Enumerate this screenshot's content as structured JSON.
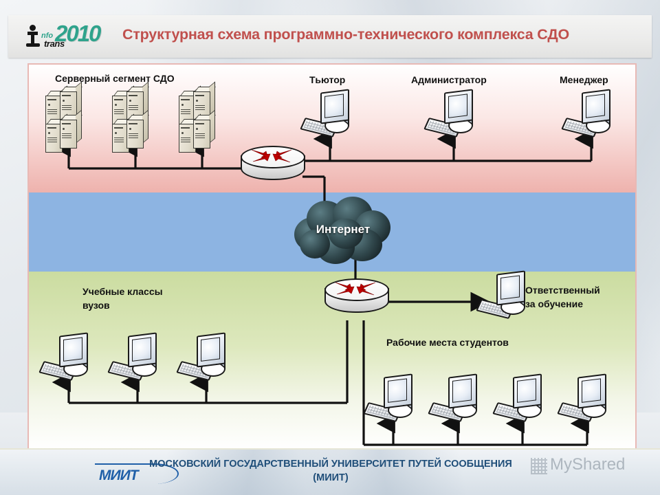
{
  "header": {
    "title": "Структурная схема программно-технического комплекса СДО",
    "logo": {
      "year": "2010",
      "info": "nfo",
      "trans": "trans",
      "figure_icon": "person-icon"
    }
  },
  "diagram": {
    "bands": {
      "top_color": "#eeb2ad",
      "mid_color": "#8db4e2",
      "bottom_color": "#cbdca0"
    },
    "labels": {
      "server_segment": "Серверный сегмент СДО",
      "tutor": "Тьютор",
      "administrator": "Администратор",
      "manager": "Менеджер",
      "internet": "Интернет",
      "classrooms_line1": "Учебные классы",
      "classrooms_line2": "вузов",
      "responsible_line1": "Ответственный",
      "responsible_line2": "за обучение",
      "student_workplaces": "Рабочие места студентов"
    },
    "nodes": {
      "server_stacks": 3,
      "top_workstations": 3,
      "classroom_workstations": 3,
      "student_workstations": 4,
      "responsible_workstations": 1,
      "routers": 2,
      "cloud": 1
    },
    "icons": {
      "server": "server-rack-icon",
      "workstation": "desktop-computer-icon",
      "router": "network-router-icon",
      "cloud": "internet-cloud-icon",
      "arrow": "arrow-up-icon"
    }
  },
  "footer": {
    "line1": "МОСКОВСКИЙ ГОСУДАРСТВЕННЫЙ УНИВЕРСИТЕТ ПУТЕЙ СООБЩЕНИЯ",
    "line2": "(МИИТ)",
    "logo_text": "МИИТ",
    "watermark": "MyShared"
  }
}
